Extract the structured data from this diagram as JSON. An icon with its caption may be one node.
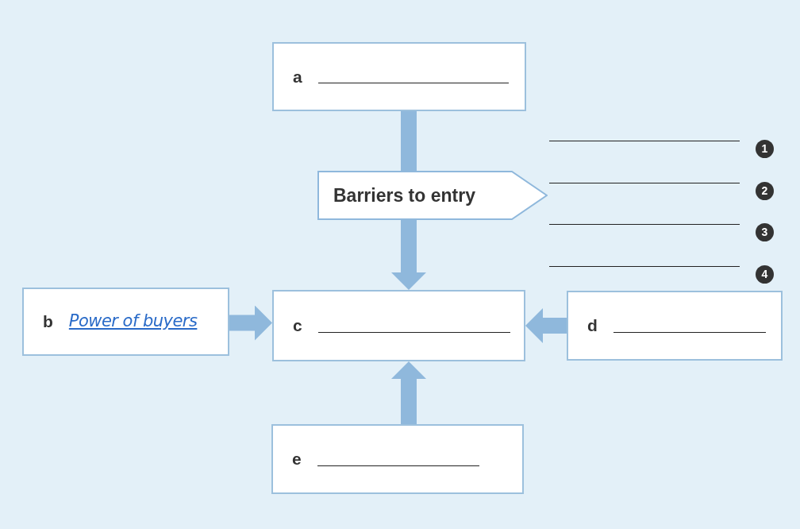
{
  "diagram": {
    "nodes": [
      {
        "text": [
          "a"
        ]
      },
      {
        "text": [
          "Barriers to entry"
        ]
      },
      {
        "text": [
          "b",
          "Power of buyers"
        ]
      },
      {
        "text": [
          "c"
        ]
      },
      {
        "text": [
          "d"
        ]
      },
      {
        "text": [
          "e"
        ]
      }
    ],
    "edges": [
      {
        "from": 0,
        "to": 1,
        "arrow": "none"
      },
      {
        "from": 1,
        "to": 3,
        "arrow": "to"
      },
      {
        "from": 2,
        "to": 3,
        "arrow": "to"
      },
      {
        "from": 4,
        "to": 3,
        "arrow": "to"
      },
      {
        "from": 5,
        "to": 3,
        "arrow": "to"
      }
    ],
    "labels": [
      "1",
      "2",
      "3",
      "4"
    ]
  }
}
